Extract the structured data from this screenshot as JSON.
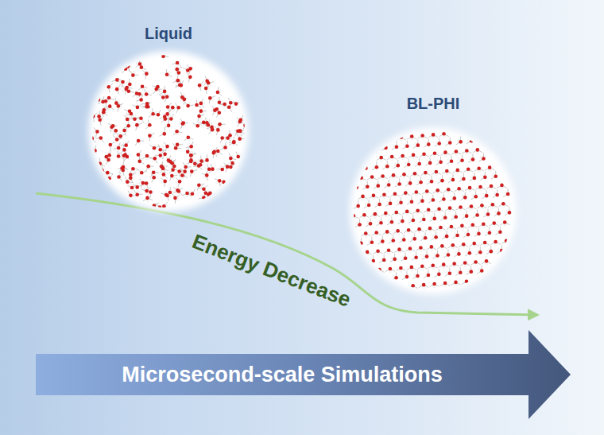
{
  "diagram": {
    "nodes": [
      {
        "text": [
          "Liquid"
        ]
      },
      {
        "text": [
          "BL-PHI"
        ]
      },
      {
        "text": [
          "Microsecond-scale Simulations"
        ]
      }
    ],
    "labels": [
      "Energy Decrease"
    ]
  }
}
